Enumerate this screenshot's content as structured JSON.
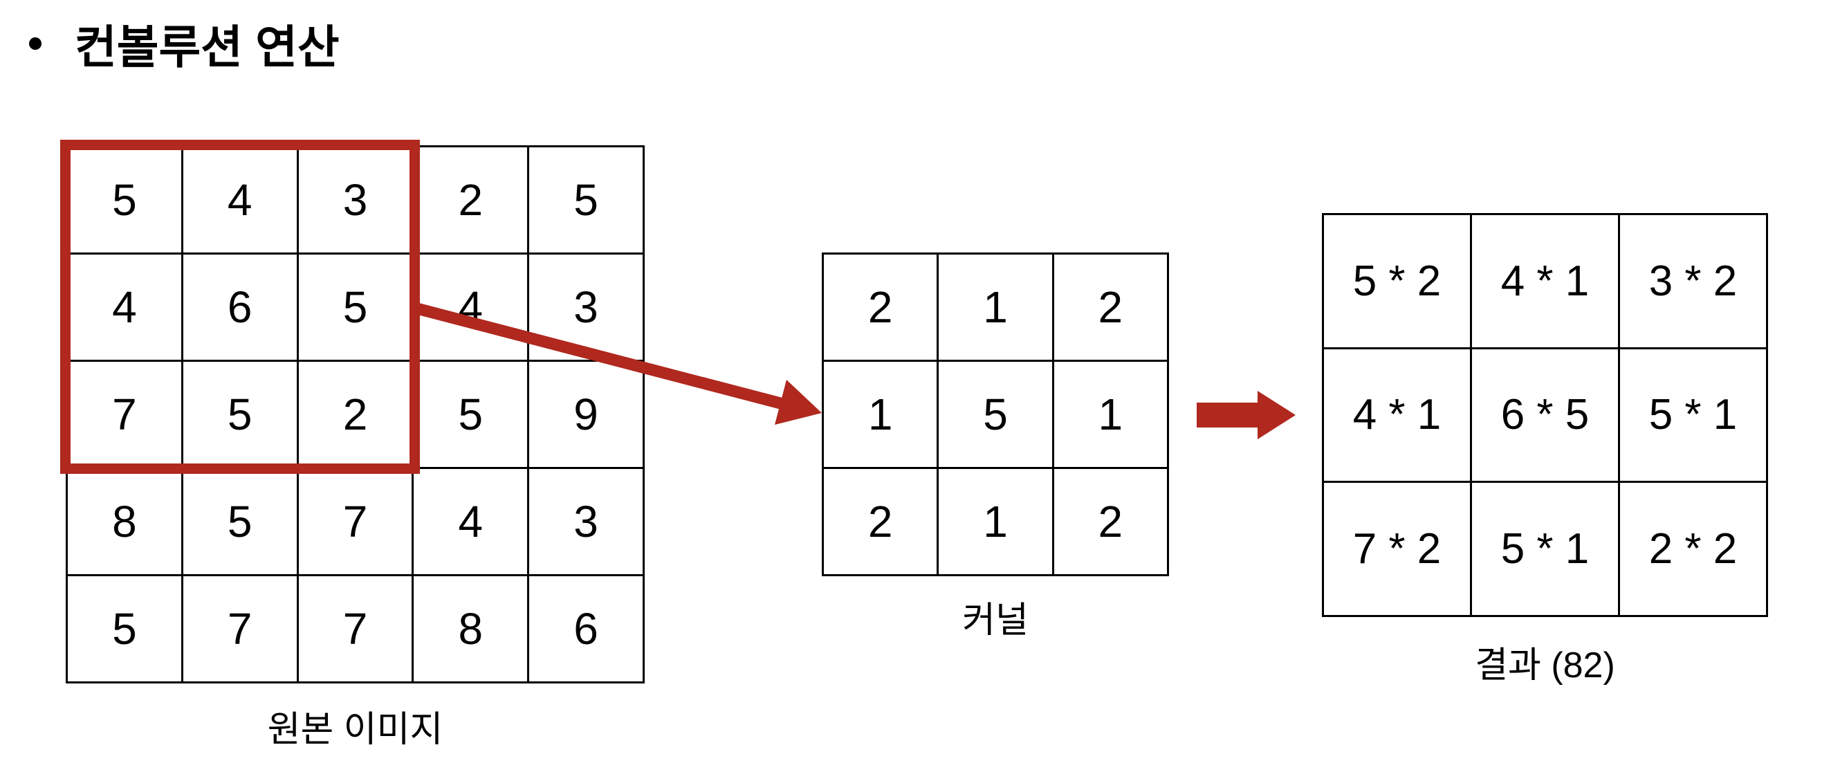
{
  "colors": {
    "accent_red": "#B0281E",
    "line_black": "#000000",
    "background": "#FFFFFF"
  },
  "title": {
    "text": "컨볼루션 연산"
  },
  "source_grid": {
    "label": "원본 이미지",
    "rows": [
      [
        "5",
        "4",
        "3",
        "2",
        "5"
      ],
      [
        "4",
        "6",
        "5",
        "4",
        "3"
      ],
      [
        "7",
        "5",
        "2",
        "5",
        "9"
      ],
      [
        "8",
        "5",
        "7",
        "4",
        "3"
      ],
      [
        "5",
        "7",
        "7",
        "8",
        "6"
      ]
    ]
  },
  "selection": {
    "rows": 3,
    "cols": 3,
    "position": "top-left"
  },
  "kernel_grid": {
    "label": "커널",
    "rows": [
      [
        "2",
        "1",
        "2"
      ],
      [
        "1",
        "5",
        "1"
      ],
      [
        "2",
        "1",
        "2"
      ]
    ]
  },
  "result_grid": {
    "label": "결과 (82)",
    "result_value": "82",
    "rows": [
      [
        "5 * 2",
        "4 * 1",
        "3 * 2"
      ],
      [
        "4 * 1",
        "6 * 5",
        "5 * 1"
      ],
      [
        "7 * 2",
        "5 * 1",
        "2 * 2"
      ]
    ]
  }
}
